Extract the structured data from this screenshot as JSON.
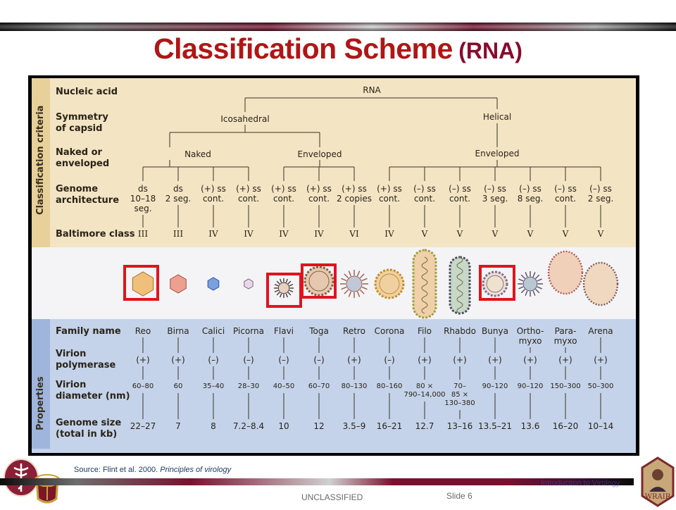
{
  "slide": {
    "title": "Classification Scheme",
    "title_suffix": "(RNA)",
    "source_prefix": "Source:  Flint et al. 2000.",
    "source_book": "Principles of virology",
    "footer_faint": "Introduction to Virology",
    "classification": "UNCLASSIFIED",
    "slide_number": "Slide 6",
    "logo_right_text": "WRAIR",
    "colors": {
      "title": "#b01616",
      "title_suffix": "#8a0a2e",
      "highlight": "#e0141c",
      "beige": "#f3e4c3",
      "blue": "#c4d3ea"
    }
  },
  "figure": {
    "section_labels": {
      "criteria": "Classification criteria",
      "properties": "Properties"
    },
    "row_labels": {
      "nucleic_acid": "Nucleic acid",
      "symmetry": "Symmetry\nof capsid",
      "naked": "Naked or\nenveloped",
      "genome_arch": "Genome\narchitecture",
      "baltimore": "Baltimore class",
      "family": "Family name",
      "polymerase": "Virion\npolymerase",
      "diameter": "Virion\ndiameter (nm)",
      "genome_size": "Genome size\n(total in kb)"
    },
    "tree": {
      "root": "RNA",
      "symmetry": [
        "Icosahedral",
        "Helical"
      ],
      "envelope": [
        "Naked",
        "Enveloped",
        "Enveloped"
      ]
    },
    "families": [
      {
        "name": "Reo",
        "genome": "ds\n10–18\nseg.",
        "baltimore": "III",
        "polymerase": "(+)",
        "diameter": "60–80",
        "genome_size": "22–27",
        "highlighted": true
      },
      {
        "name": "Birna",
        "genome": "ds\n2 seg.",
        "baltimore": "III",
        "polymerase": "(+)",
        "diameter": "60",
        "genome_size": "7",
        "highlighted": false
      },
      {
        "name": "Calici",
        "genome": "(+) ss\ncont.",
        "baltimore": "IV",
        "polymerase": "(–)",
        "diameter": "35–40",
        "genome_size": "8",
        "highlighted": false
      },
      {
        "name": "Picorna",
        "genome": "(+) ss\ncont.",
        "baltimore": "IV",
        "polymerase": "(–)",
        "diameter": "28–30",
        "genome_size": "7.2–8.4",
        "highlighted": false
      },
      {
        "name": "Flavi",
        "genome": "(+) ss\ncont.",
        "baltimore": "IV",
        "polymerase": "(–)",
        "diameter": "40–50",
        "genome_size": "10",
        "highlighted": true
      },
      {
        "name": "Toga",
        "genome": "(+) ss\ncont.",
        "baltimore": "IV",
        "polymerase": "(–)",
        "diameter": "60–70",
        "genome_size": "12",
        "highlighted": true
      },
      {
        "name": "Retro",
        "genome": "(+) ss\n2 copies",
        "baltimore": "VI",
        "polymerase": "(+)",
        "diameter": "80–130",
        "genome_size": "3.5–9",
        "highlighted": false
      },
      {
        "name": "Corona",
        "genome": "(+) ss\ncont.",
        "baltimore": "IV",
        "polymerase": "(–)",
        "diameter": "80–160",
        "genome_size": "16–21",
        "highlighted": false
      },
      {
        "name": "Filo",
        "genome": "(–) ss\ncont.",
        "baltimore": "V",
        "polymerase": "(+)",
        "diameter": "80 ×\n790–14,000",
        "genome_size": "12.7",
        "highlighted": false
      },
      {
        "name": "Rhabdo",
        "genome": "(–) ss\ncont.",
        "baltimore": "V",
        "polymerase": "(+)",
        "diameter": "70–\n85 ×\n130–380",
        "genome_size": "13–16",
        "highlighted": false
      },
      {
        "name": "Bunya",
        "genome": "(–) ss\n3 seg.",
        "baltimore": "V",
        "polymerase": "(+)",
        "diameter": "90–120",
        "genome_size": "13.5–21",
        "highlighted": true
      },
      {
        "name": "Ortho-\nmyxo",
        "genome": "(–) ss\n8 seg.",
        "baltimore": "V",
        "polymerase": "(+)",
        "diameter": "90–120",
        "genome_size": "13.6",
        "highlighted": false
      },
      {
        "name": "Para-\nmyxo",
        "genome": "(–) ss\ncont.",
        "baltimore": "V",
        "polymerase": "(+)",
        "diameter": "150–300",
        "genome_size": "16–20",
        "highlighted": false
      },
      {
        "name": "Arena",
        "genome": "(–) ss\n2 seg.",
        "baltimore": "V",
        "polymerase": "(+)",
        "diameter": "50–300",
        "genome_size": "10–14",
        "highlighted": false
      }
    ]
  }
}
